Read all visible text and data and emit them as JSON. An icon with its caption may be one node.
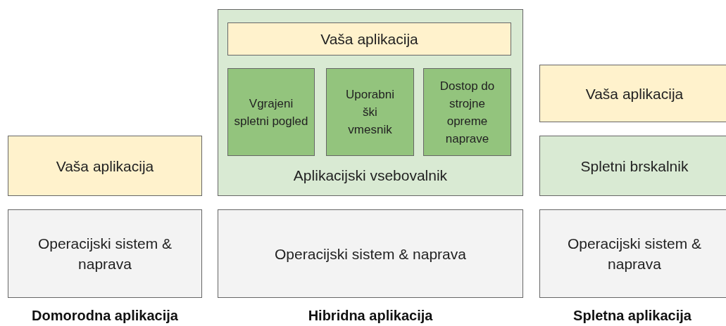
{
  "diagram": {
    "nodes": [
      {
        "text": [
          "Vaša aplikacija"
        ]
      },
      {
        "text": [
          "Operacijski sistem & naprava"
        ]
      },
      {
        "text": [
          "Aplikacijski vsebovalnik"
        ]
      },
      {
        "text": [
          "Vaša aplikacija"
        ],
        "in": 2
      },
      {
        "text": [
          "Vgrajeni spletni pogled"
        ],
        "in": 2
      },
      {
        "text": [
          "Uporabniški vmesnik"
        ],
        "in": 2
      },
      {
        "text": [
          "Dostop do strojne opreme naprave"
        ],
        "in": 2
      },
      {
        "text": [
          "Operacijski sistem & naprava"
        ]
      },
      {
        "text": [
          "Vaša aplikacija"
        ]
      },
      {
        "text": [
          "Spletni brskalnik"
        ]
      },
      {
        "text": [
          "Operacijski sistem & naprava"
        ]
      }
    ],
    "labels": [
      "Domorodna aplikacija",
      "Hibridna aplikacija",
      "Spletna aplikacija"
    ]
  }
}
